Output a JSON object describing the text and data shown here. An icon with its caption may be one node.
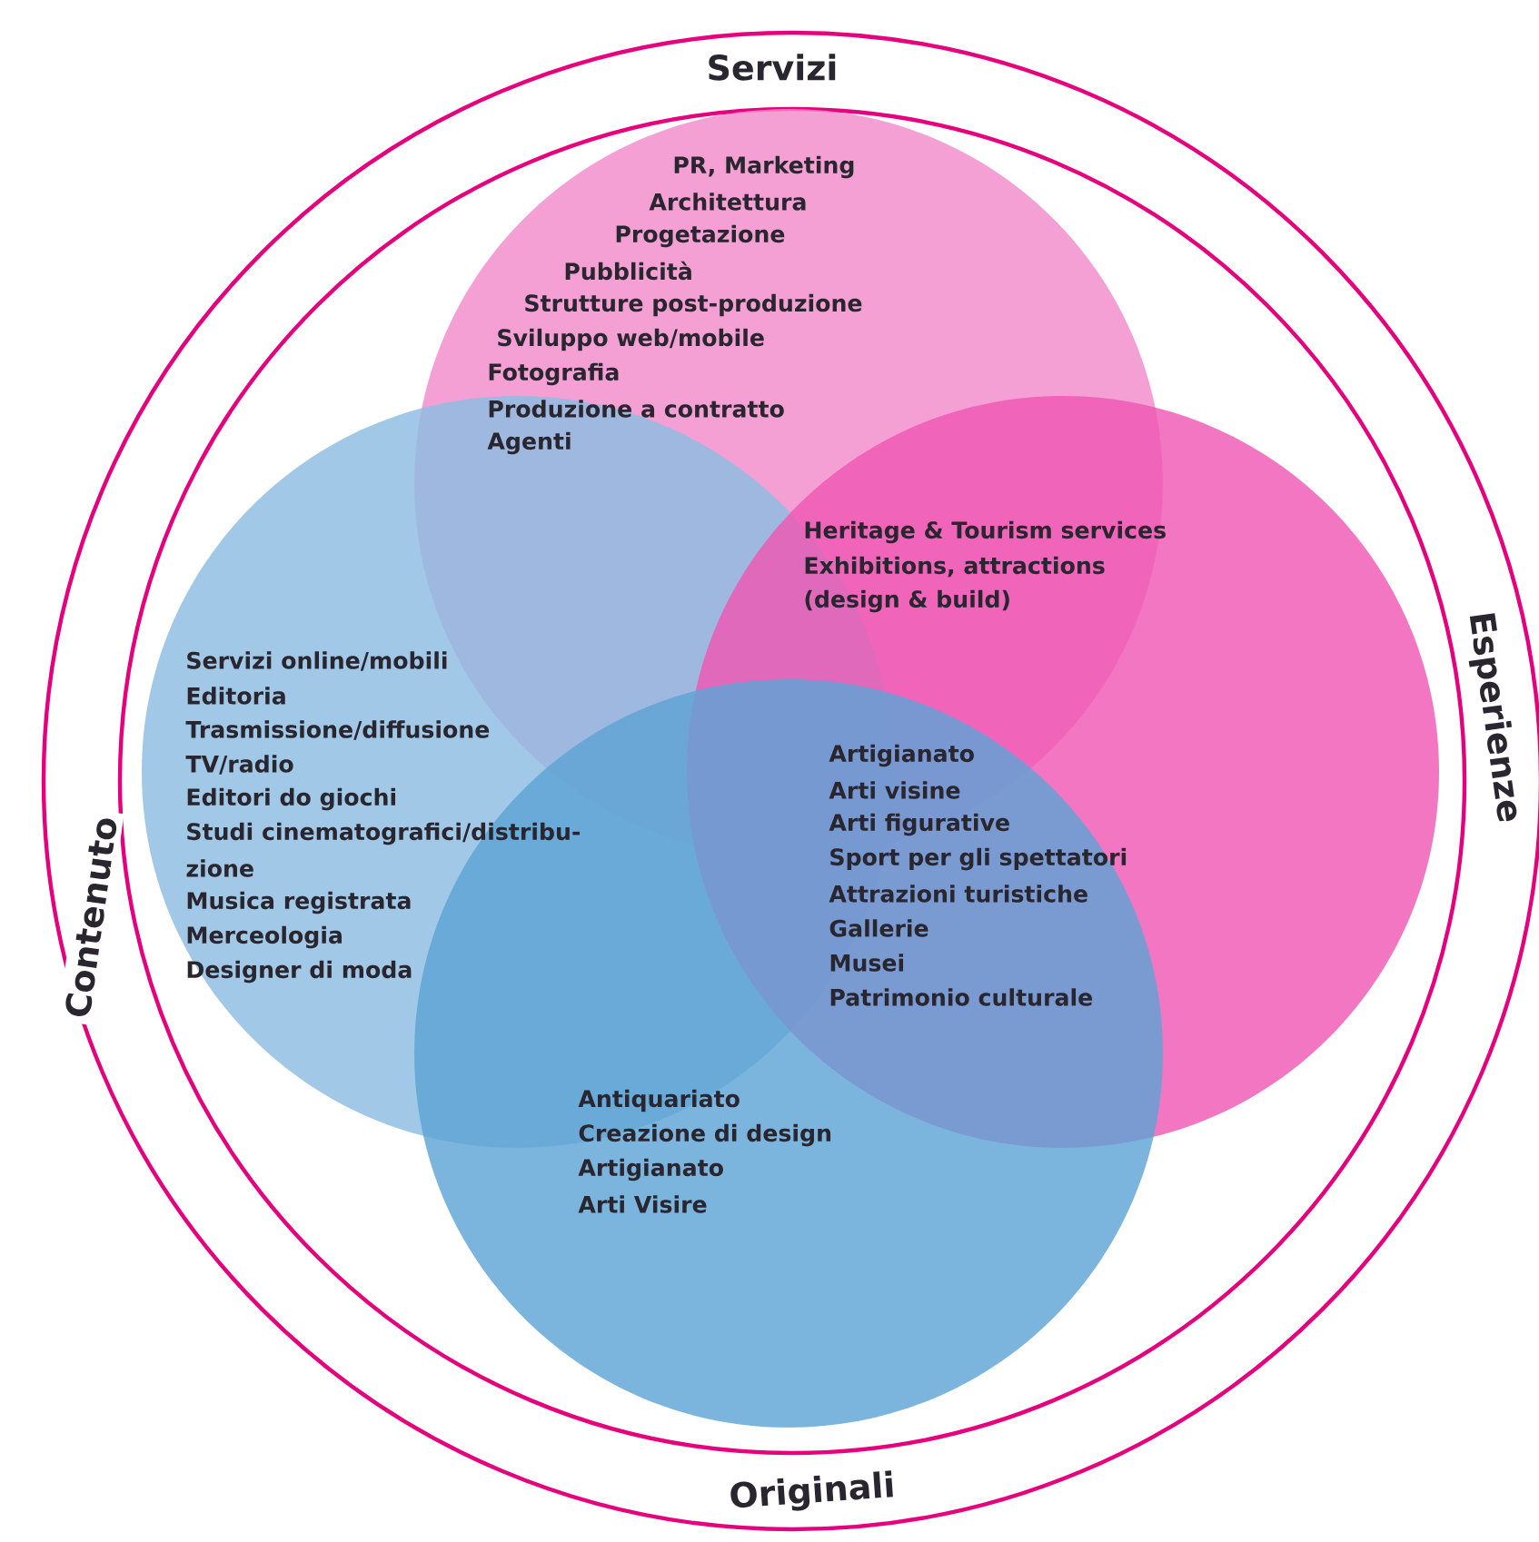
{
  "diagram": {
    "nodes": [
      {
        "text": [
          "Servizi"
        ]
      },
      {
        "text": [
          "Contenuto"
        ]
      },
      {
        "text": [
          "Esperienze"
        ]
      },
      {
        "text": [
          "Originali"
        ]
      }
    ],
    "labels": [
      "PR, Marketing",
      "Architettura",
      "Progetazione",
      "Pubblicità",
      "Strutture post-produzione",
      "Sviluppo web/mobile",
      "Fotografia",
      "Produzione a contratto",
      "Agenti",
      "Heritage & Tourism services",
      "Exhibitions, attractions",
      "(design & build)",
      "Servizi online/mobili",
      "Editoria",
      "Trasmissione/diffusione",
      "TV/radio",
      "Editori do giochi",
      "Studi cinematografici/distribu-",
      "zione",
      "Musica registrata",
      "Merceologia",
      "Designer di moda",
      "Artigianato",
      "Arti visine",
      "Arti figurative",
      "Sport per gli spettatori",
      "Attrazioni turistiche",
      "Gallerie",
      "Musei",
      "Patrimonio culturale",
      "Antiquariato",
      "Creazione di design",
      "Artigianato",
      "Arti Visire"
    ]
  }
}
